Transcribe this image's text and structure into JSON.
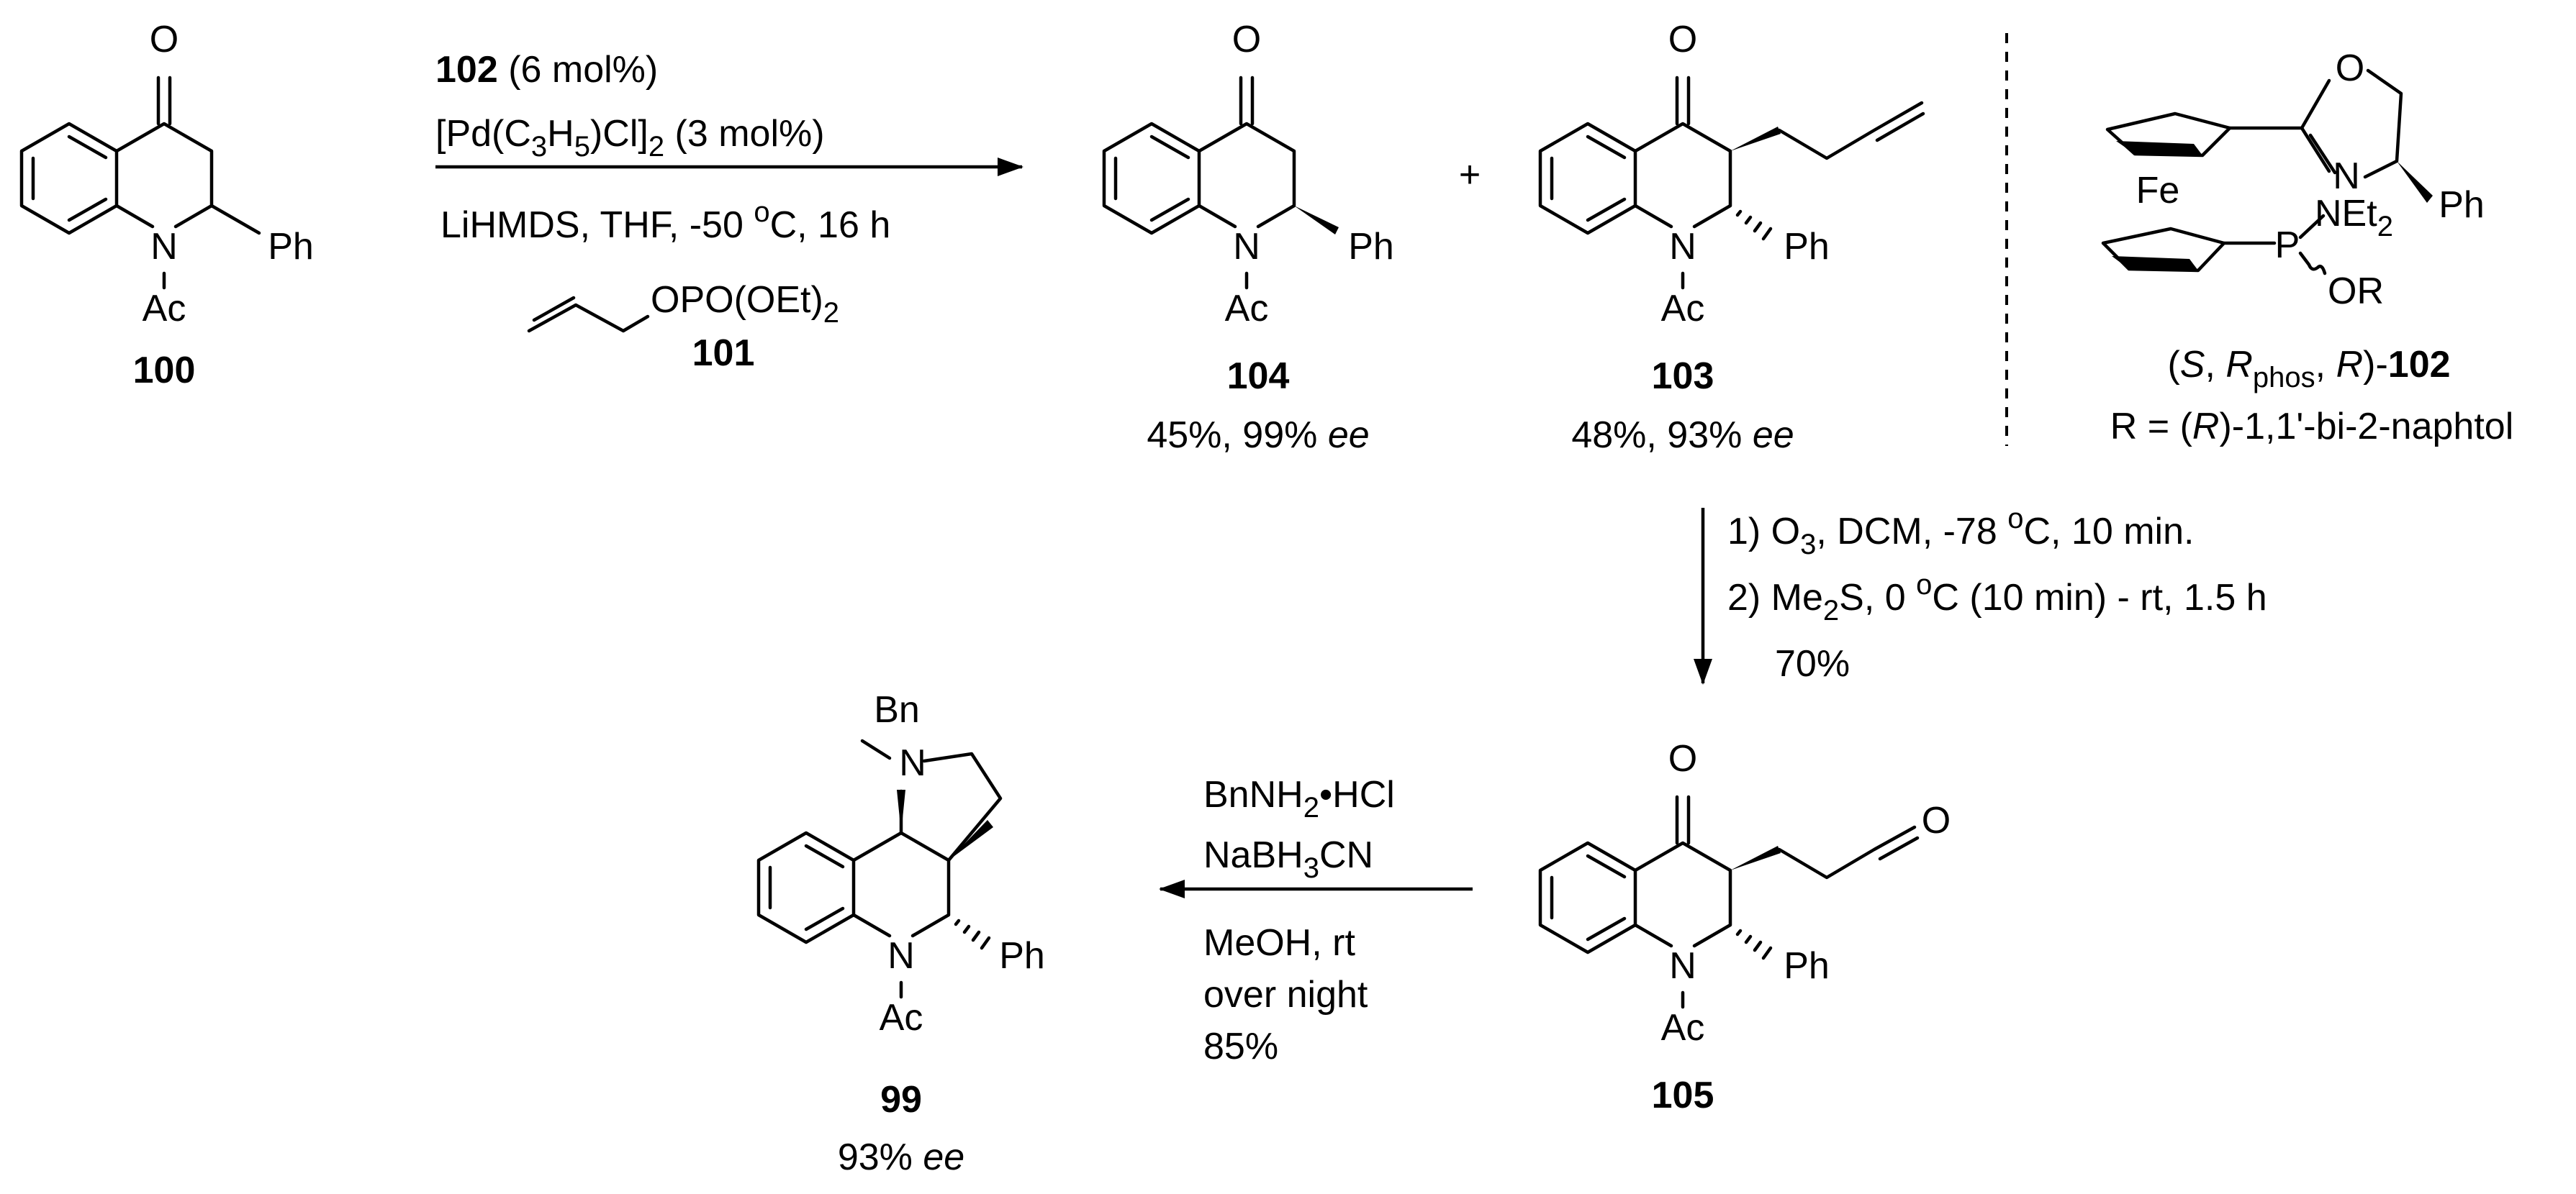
{
  "compounds": {
    "c100": {
      "number": "100",
      "atoms": {
        "o": "O",
        "n": "N",
        "ac": "Ac",
        "ph": "Ph"
      }
    },
    "c104": {
      "number": "104",
      "atoms": {
        "o": "O",
        "n": "N",
        "ac": "Ac",
        "ph": "Ph"
      },
      "yield": "45%, 99% ",
      "ee": "ee"
    },
    "c103": {
      "number": "103",
      "atoms": {
        "o": "O",
        "n": "N",
        "ac": "Ac",
        "ph": "Ph"
      },
      "yield": "48%, 93% ",
      "ee": "ee"
    },
    "c105": {
      "number": "105",
      "atoms": {
        "o": "O",
        "o2": "O",
        "n": "N",
        "ac": "Ac",
        "ph": "Ph"
      }
    },
    "c99": {
      "number": "99",
      "atoms": {
        "bn": "Bn",
        "n1": "N",
        "n2": "N",
        "ac": "Ac",
        "ph": "Ph"
      },
      "yield": "93% ",
      "ee": "ee"
    },
    "ligand": {
      "atoms": {
        "o": "O",
        "n": "N",
        "ph": "Ph",
        "fe": "Fe",
        "p": "P",
        "net2": "NEt",
        "net2_sub": "2",
        "or": "OR"
      },
      "descriptor": {
        "open": "(",
        "s": "S",
        "sep1": ", ",
        "r": "R",
        "r_sub": "phos",
        "sep2": ", ",
        "r2": "R",
        "close": ")-",
        "num": "102"
      },
      "r_def": {
        "pre": "R = (",
        "r": "R",
        "post": ")-1,1'-bi-2-naphtol"
      }
    }
  },
  "plus": "+",
  "step1": {
    "line1": {
      "cat": "102",
      "rest": " (6 mol%)"
    },
    "line2": {
      "a": "[Pd(C",
      "s1": "3",
      "b": "H",
      "s2": "5",
      "c": ")Cl]",
      "s3": "2",
      "d": " (3 mol%)"
    },
    "line3": {
      "a": "LiHMDS, THF, -50 ",
      "deg": "o",
      "b": "C, 16 h"
    },
    "reagent_label": {
      "a": "OPO(OEt)",
      "s": "2"
    },
    "reagent_number": "101"
  },
  "step2": {
    "line1": {
      "a": "1) O",
      "s": "3",
      "b": ", DCM, -78 ",
      "deg": "o",
      "c": "C, 10 min."
    },
    "line2": {
      "a": "2) Me",
      "s": "2",
      "b": "S, 0 ",
      "deg": "o",
      "c": "C (10 min) - rt, 1.5 h"
    },
    "line3": "70%"
  },
  "step3": {
    "line1": {
      "a": "BnNH",
      "s": "2",
      "b": "•HCl"
    },
    "line2": {
      "a": "NaBH",
      "s": "3",
      "b": "CN"
    },
    "line3": "MeOH, rt",
    "line4": "over night",
    "line5": "85%"
  }
}
